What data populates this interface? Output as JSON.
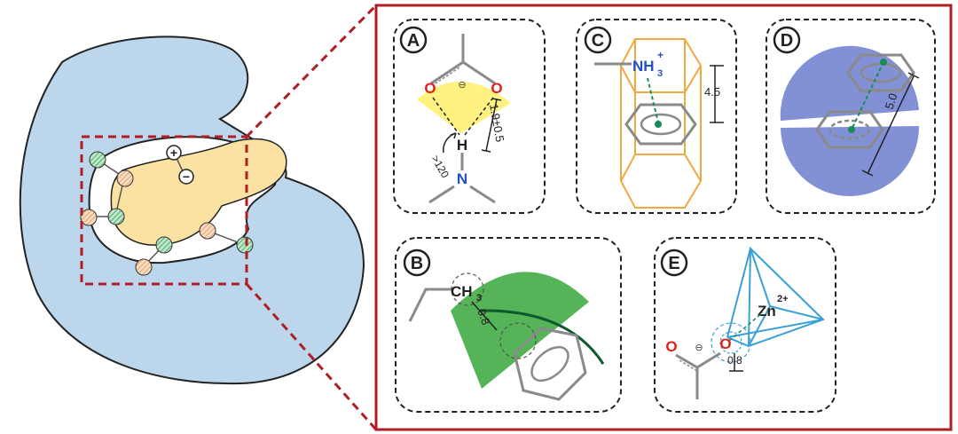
{
  "panels": {
    "A": {
      "letter": "A",
      "o_left": "O",
      "o_right": "O",
      "minus": "⊖",
      "h": "H",
      "n": "N",
      "distance": "1.9±0.5",
      "angle": ">120"
    },
    "B": {
      "letter": "B",
      "ch": "CH",
      "sub": "3",
      "distance": "0.8"
    },
    "C": {
      "letter": "C",
      "nh": "NH",
      "sub": "3",
      "sup": "+",
      "distance": "4.5"
    },
    "D": {
      "letter": "D",
      "distance": "5.0"
    },
    "E": {
      "letter": "E",
      "zn": "Zn",
      "sup": "2+",
      "o_left": "O",
      "o_right": "O",
      "minus": "⊖",
      "distance": "0.8"
    }
  },
  "charges": {
    "plus": "+",
    "minus": "−"
  },
  "colors": {
    "protein": "#bcd6ec",
    "ligand": "#fbe2a2",
    "frame": "#b01e23",
    "yellow_cone": "#fff06a",
    "green_cone": "#4bb04e",
    "purple_disc": "#8290d6",
    "cage": "#f0a942",
    "metal": "#3aa0d6",
    "oxygen": "#e0201b",
    "nitrogen": "#2451c3",
    "gray_bond": "#8a8a8a"
  }
}
